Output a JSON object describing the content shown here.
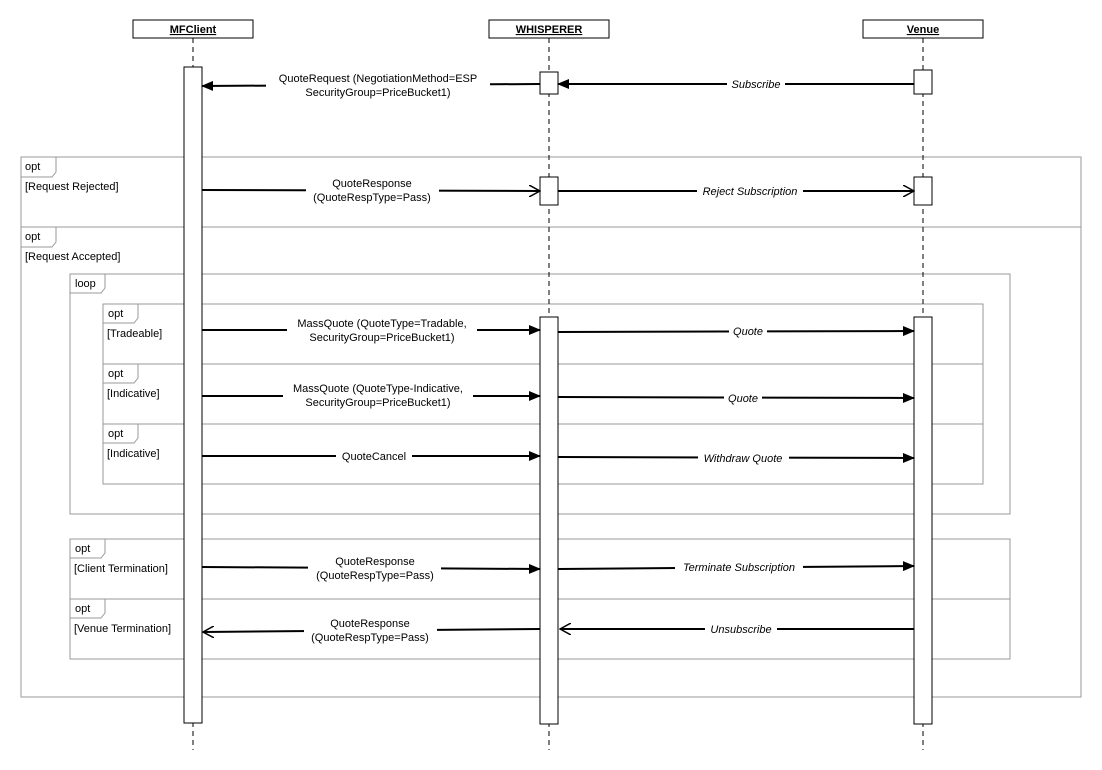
{
  "participants": {
    "client": "MFClient",
    "whisperer": "WHISPERER",
    "venue": "Venue"
  },
  "messages": {
    "quote_request_l1": "QuoteRequest (NegotiationMethod=ESP",
    "quote_request_l2": "SecurityGroup=PriceBucket1)",
    "subscribe": "Subscribe",
    "qr_pass_1_l1": "QuoteResponse",
    "qr_pass_1_l2": "(QuoteRespType=Pass)",
    "reject_subscription": "Reject Subscription",
    "massquote_trad_l1": "MassQuote (QuoteType=Tradable,",
    "massquote_trad_l2": "SecurityGroup=PriceBucket1)",
    "quote_1": "Quote",
    "massquote_ind_l1": "MassQuote (QuoteType-Indicative,",
    "massquote_ind_l2": "SecurityGroup=PriceBucket1)",
    "quote_2": "Quote",
    "quote_cancel": "QuoteCancel",
    "withdraw_quote": "Withdraw Quote",
    "qr_pass_2_l1": "QuoteResponse",
    "qr_pass_2_l2": "(QuoteRespType=Pass)",
    "terminate_subscription": "Terminate Subscription",
    "qr_pass_3_l1": "QuoteResponse",
    "qr_pass_3_l2": "(QuoteRespType=Pass)",
    "unsubscribe": "Unsubscribe"
  },
  "frames": {
    "opt_rejected": {
      "kind": "opt",
      "guard": "[Request Rejected]"
    },
    "opt_accepted": {
      "kind": "opt",
      "guard": "[Request Accepted]"
    },
    "loop": {
      "kind": "loop"
    },
    "opt_tradeable": {
      "kind": "opt",
      "guard": "[Tradeable]"
    },
    "opt_indicative_1": {
      "kind": "opt",
      "guard": "[Indicative]"
    },
    "opt_indicative_2": {
      "kind": "opt",
      "guard": "[Indicative]"
    },
    "opt_client_term": {
      "kind": "opt",
      "guard": "[Client Termination]"
    },
    "opt_venue_term": {
      "kind": "opt",
      "guard": "[Venue Termination]"
    }
  },
  "colors": {
    "line": "#000000",
    "frame": "#999999"
  }
}
